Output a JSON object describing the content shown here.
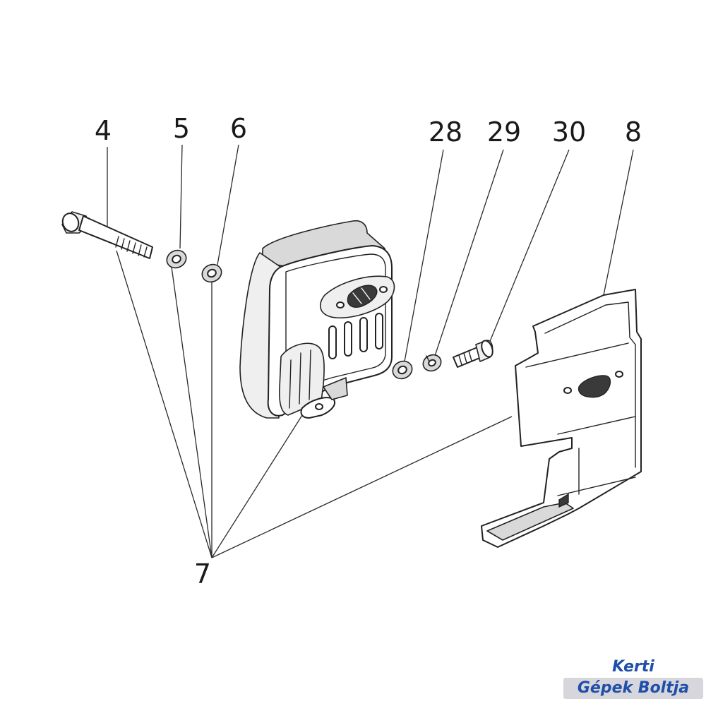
{
  "labels": {
    "p4": "4",
    "p5": "5",
    "p6": "6",
    "p28": "28",
    "p29": "29",
    "p30": "30",
    "p8": "8",
    "p7": "7"
  },
  "watermark": {
    "line1": "Kerti",
    "line2": "Gépek Boltja"
  }
}
